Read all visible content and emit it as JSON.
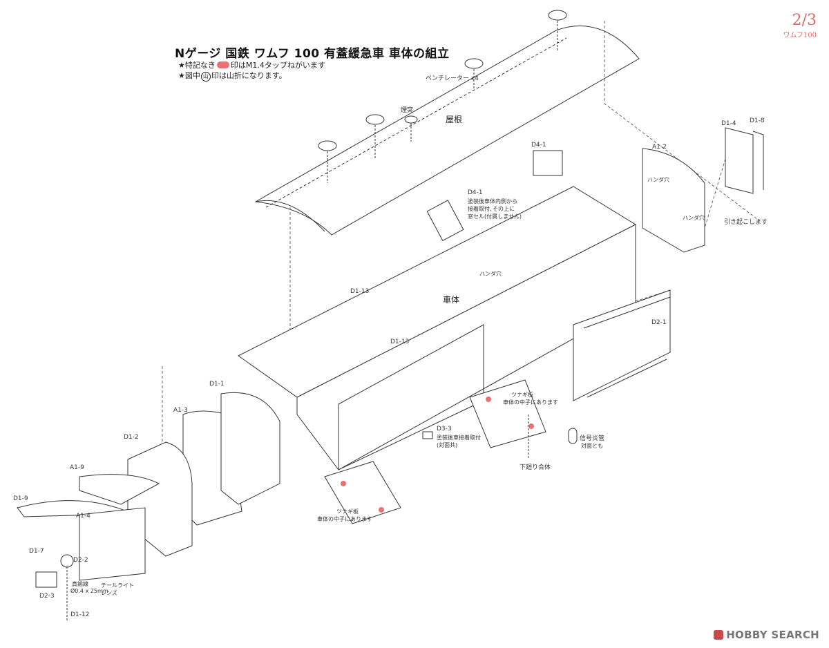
{
  "header": {
    "title": "Nゲージ 国鉄 ワムフ 100 有蓋緩急車 車体の組立",
    "note1_prefix": "★特記なき",
    "note1_suffix": "印はM1.4タップねがいます",
    "note2_prefix": "★図中",
    "note2_mark": "山",
    "note2_suffix": "印は山折になります。"
  },
  "page": {
    "number": "2/3",
    "model": "ワムフ100"
  },
  "labels": {
    "ventilator": "ベンチレーター x4",
    "chimney": "煙突",
    "roof": "屋根",
    "d4_1_top": "D4-1",
    "d4_1": "D4-1",
    "d4_1_note1": "塗装後車体内側から",
    "d4_1_note2": "接着取付､その上に",
    "d4_1_note3": "窓セル(付属しません)",
    "a1_2": "A1-2",
    "d1_4": "D1-4",
    "d1_8": "D1-8",
    "pull_up": "引き起こします",
    "handa": "ハンダ穴",
    "d1_13a": "D1-13",
    "d1_13b": "D1-13",
    "body": "車体",
    "d2_1": "D2-1",
    "d1_1": "D1-1",
    "a1_3": "A1-3",
    "d1_2": "D1-2",
    "a1_9": "A1-9",
    "d1_9": "D1-9",
    "a1_4": "A1-4",
    "d1_7": "D1-7",
    "d2_2": "D2-2",
    "d2_3": "D2-3",
    "d1_12": "D1-12",
    "wire1": "真鍮線",
    "wire2": "Ø0.4 x 25mm",
    "tail1": "テールライト",
    "tail2": "レンズ",
    "d3_3": "D3-3",
    "d3_3_note1": "塗装後車接着取付",
    "d3_3_note2": "(対面共)",
    "tsunagi_a1": "ツナギ板",
    "tsunagi_a2": "車体の中子にあります",
    "tsunagi_b1": "ツナギ板",
    "tsunagi_b2": "車体の中子にあります",
    "signal1": "信号炎管",
    "signal2": "対面とも",
    "underfloor": "下廻り合体"
  },
  "brand": "HOBBY SEARCH",
  "colors": {
    "accent": "#ec6f73",
    "line": "#333333"
  }
}
